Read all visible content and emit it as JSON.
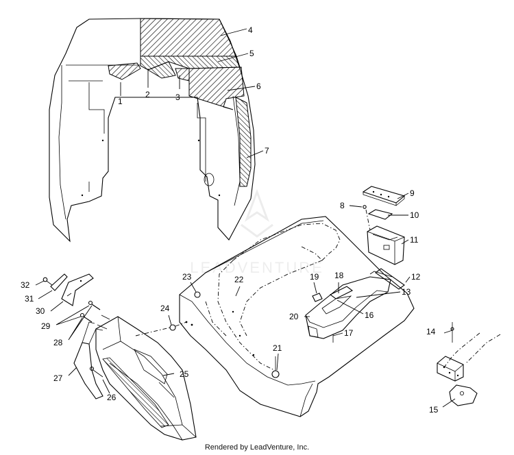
{
  "diagram": {
    "watermark": "LEADVENTURE",
    "footer": "Rendered by LeadVenture, Inc.",
    "callouts": [
      "1",
      "2",
      "3",
      "4",
      "5",
      "6",
      "7",
      "8",
      "9",
      "10",
      "11",
      "12",
      "13",
      "14",
      "15",
      "16",
      "17",
      "18",
      "19",
      "20",
      "21",
      "22",
      "23",
      "24",
      "25",
      "26",
      "27",
      "28",
      "29",
      "30",
      "31",
      "32"
    ]
  }
}
